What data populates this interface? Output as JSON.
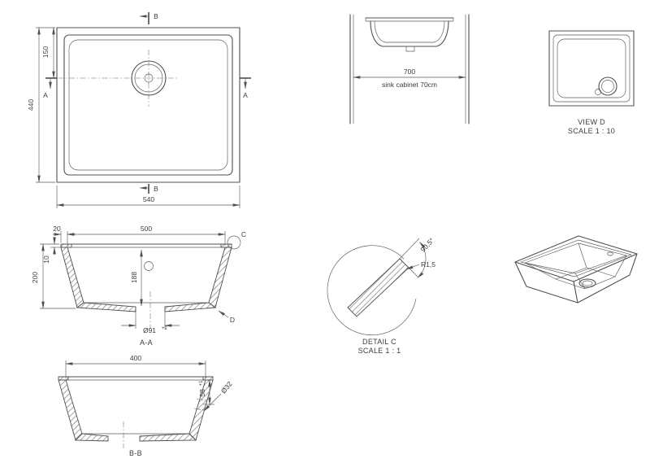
{
  "drawing": {
    "plan": {
      "dim_width": "540",
      "dim_height": "440",
      "dim_drain_offset": "150",
      "section_a": "A",
      "section_b": "B"
    },
    "cabinet": {
      "dim_width": "700",
      "caption": "sink cabinet 70cm"
    },
    "view_d": {
      "title": "VIEW D",
      "scale": "SCALE 1 : 10"
    },
    "section_aa": {
      "title": "A-A",
      "dim_opening": "500",
      "dim_flange": "20",
      "dim_depth": "200",
      "dim_inner_depth": "188",
      "dim_rim_thickness": "10",
      "dim_drain": "Ø91",
      "dim_drain_tol": "+2",
      "detail_c": "C",
      "view_d_arrow": "D"
    },
    "detail_c": {
      "title": "DETAIL C",
      "scale": "SCALE 1 : 1",
      "radius": "R1,5",
      "angle": "90,5°"
    },
    "section_bb": {
      "title": "B-B",
      "dim_width": "400",
      "dim_overflow_depth": "58",
      "dim_overflow_depth_tol": "+1",
      "dim_overflow": "Ø32"
    }
  }
}
